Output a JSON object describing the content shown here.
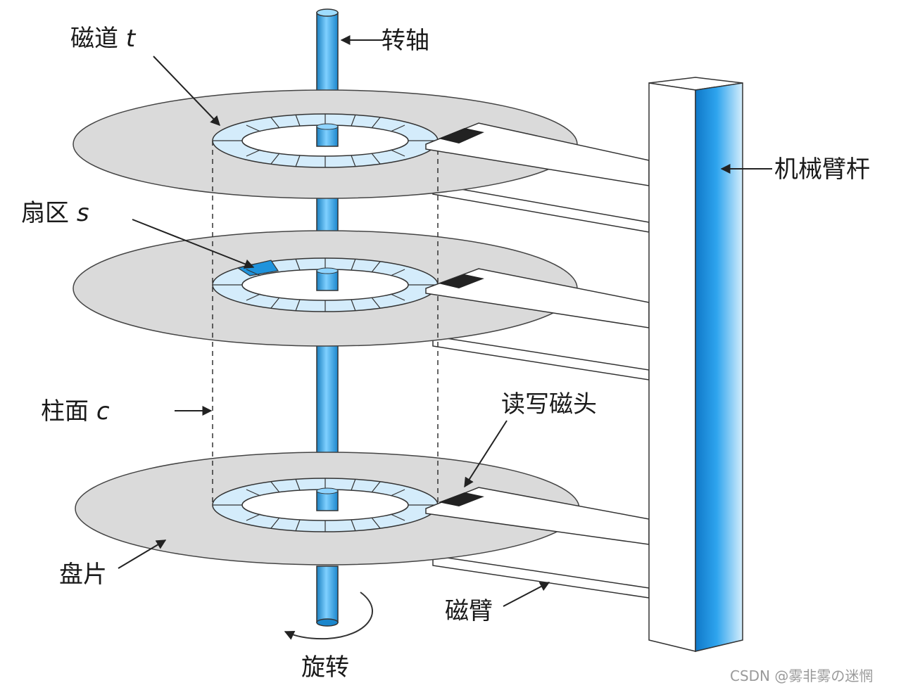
{
  "labels": {
    "track": "磁道",
    "track_var": "t",
    "spindle": "转轴",
    "sector": "扇区",
    "sector_var": "s",
    "cylinder": "柱面",
    "cylinder_var": "c",
    "actuator_arm": "机械臂杆",
    "rw_head": "读写磁头",
    "platter": "盘片",
    "disk_arm": "磁臂",
    "rotation": "旋转"
  },
  "watermark": "CSDN @雾非雾の迷惘",
  "colors": {
    "spindle_blue": "#2a9fe0",
    "track_fill": "#d4ecfb",
    "sector_highlight": "#1f93dc",
    "platter_fill": "#d9d9d9",
    "head_black": "#222222"
  }
}
